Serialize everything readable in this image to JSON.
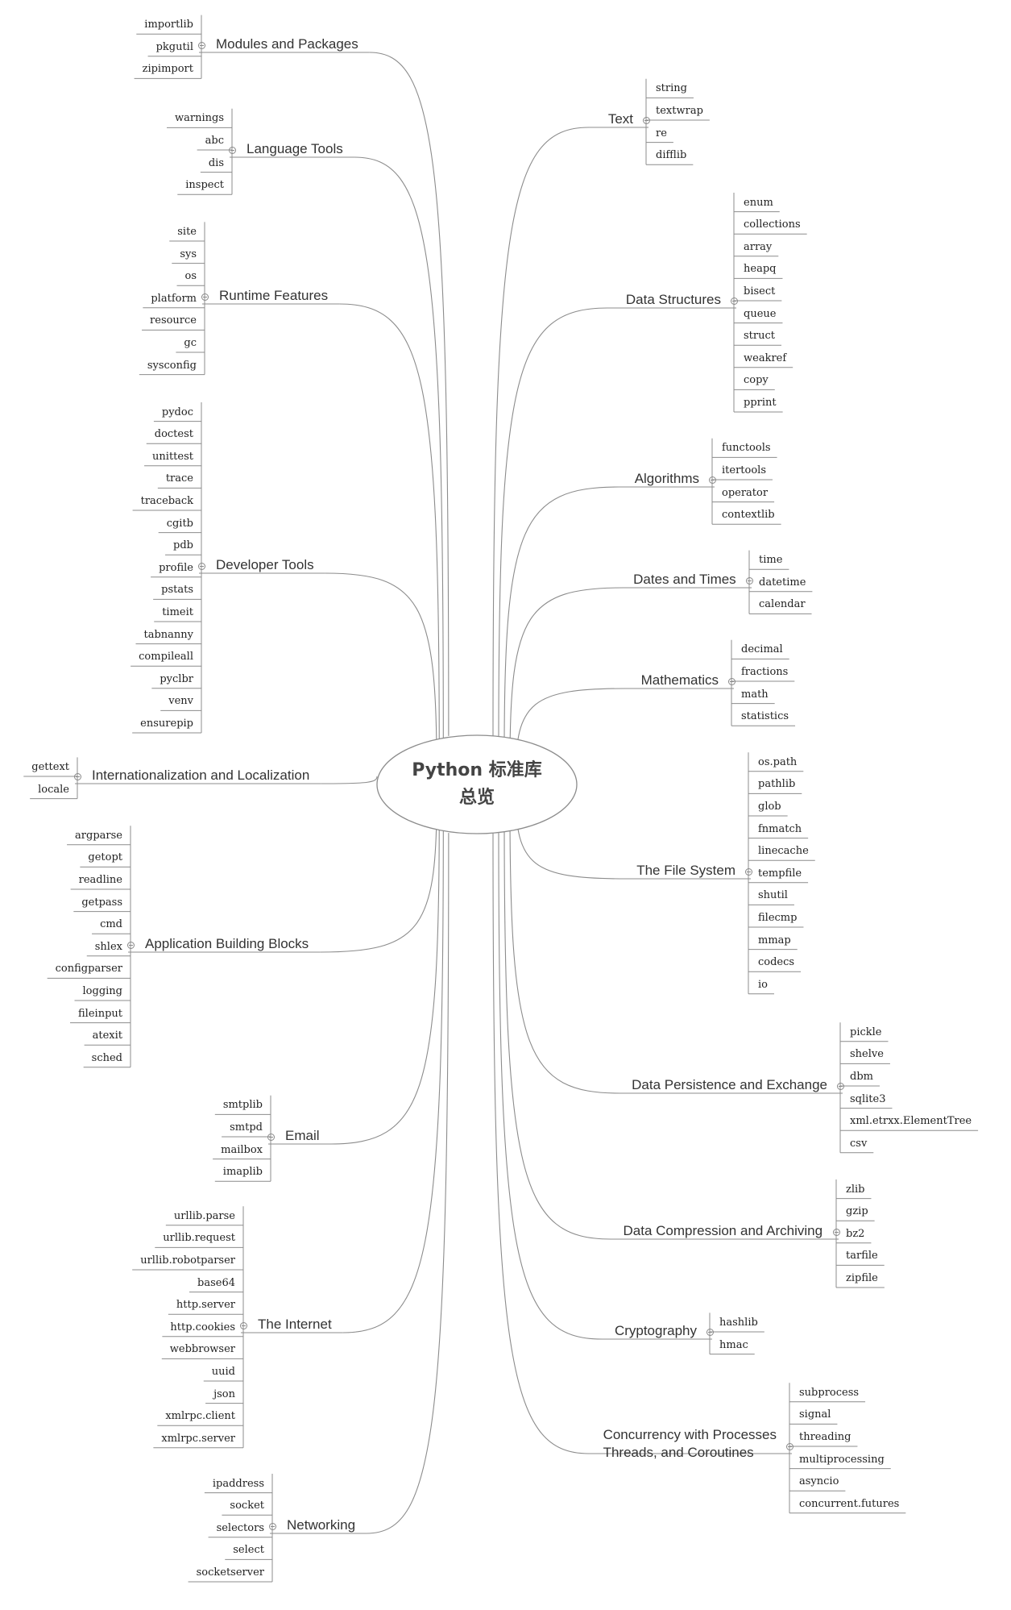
{
  "center": {
    "title": "Python 标准库\n总览"
  },
  "colors": {
    "line": "#8c8c8c",
    "text": "#333333"
  },
  "left": [
    {
      "label": "Modules and Packages",
      "children": [
        "importlib",
        "pkgutil",
        "zipimport"
      ]
    },
    {
      "label": "Language Tools",
      "children": [
        "warnings",
        "abc",
        "dis",
        "inspect"
      ]
    },
    {
      "label": "Runtime Features",
      "children": [
        "site",
        "sys",
        "os",
        "platform",
        "resource",
        "gc",
        "sysconfig"
      ]
    },
    {
      "label": "Developer Tools",
      "children": [
        "pydoc",
        "doctest",
        "unittest",
        "trace",
        "traceback",
        "cgitb",
        "pdb",
        "profile",
        "pstats",
        "timeit",
        "tabnanny",
        "compileall",
        "pyclbr",
        "venv",
        "ensurepip"
      ]
    },
    {
      "label": "Internationalization and Localization",
      "children": [
        "gettext",
        "locale"
      ]
    },
    {
      "label": "Application Building Blocks",
      "children": [
        "argparse",
        "getopt",
        "readline",
        "getpass",
        "cmd",
        "shlex",
        "configparser",
        "logging",
        "fileinput",
        "atexit",
        "sched"
      ]
    },
    {
      "label": "Email",
      "children": [
        "smtplib",
        "smtpd",
        "mailbox",
        "imaplib"
      ]
    },
    {
      "label": "The Internet",
      "children": [
        "urllib.parse",
        "urllib.request",
        "urllib.robotparser",
        "base64",
        "http.server",
        "http.cookies",
        "webbrowser",
        "uuid",
        "json",
        "xmlrpc.client",
        "xmlrpc.server"
      ]
    },
    {
      "label": "Networking",
      "children": [
        "ipaddress",
        "socket",
        "selectors",
        "select",
        "socketserver"
      ]
    }
  ],
  "right": [
    {
      "label": "Text",
      "children": [
        "string",
        "textwrap",
        "re",
        "difflib"
      ]
    },
    {
      "label": "Data Structures",
      "children": [
        "enum",
        "collections",
        "array",
        "heapq",
        "bisect",
        "queue",
        "struct",
        "weakref",
        "copy",
        "pprint"
      ]
    },
    {
      "label": "Algorithms",
      "children": [
        "functools",
        "itertools",
        "operator",
        "contextlib"
      ]
    },
    {
      "label": "Dates and Times",
      "children": [
        "time",
        "datetime",
        "calendar"
      ]
    },
    {
      "label": "Mathematics",
      "children": [
        "decimal",
        "fractions",
        "math",
        "statistics"
      ]
    },
    {
      "label": "The File System",
      "children": [
        "os.path",
        "pathlib",
        "glob",
        "fnmatch",
        "linecache",
        "tempfile",
        "shutil",
        "filecmp",
        "mmap",
        "codecs",
        "io"
      ]
    },
    {
      "label": "Data Persistence and Exchange",
      "children": [
        "pickle",
        "shelve",
        "dbm",
        "sqlite3",
        "xml.etrxx.ElementTree",
        "csv"
      ]
    },
    {
      "label": "Data Compression and Archiving",
      "children": [
        "zlib",
        "gzip",
        "bz2",
        "tarfile",
        "zipfile"
      ]
    },
    {
      "label": "Cryptography",
      "children": [
        "hashlib",
        "hmac"
      ]
    },
    {
      "label": "Concurrency with Processes\nThreads, and Coroutines",
      "children": [
        "subprocess",
        "signal",
        "threading",
        "multiprocessing",
        "asyncio",
        "concurrent.futures"
      ]
    }
  ]
}
